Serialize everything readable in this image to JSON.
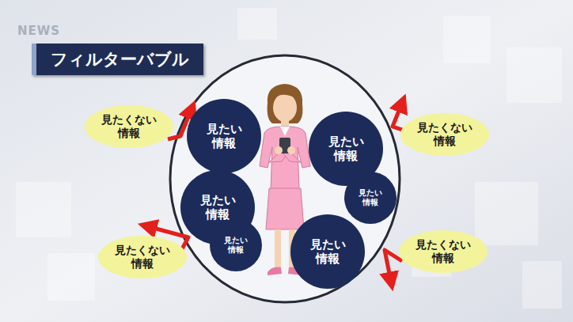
{
  "diagram": {
    "title": "フィルターバブル",
    "nodes": [
      {
        "text": [
          "見たくない 情報"
        ]
      },
      {
        "text": [
          "見たい 情報"
        ]
      },
      {
        "text": [
          "見たい 情報"
        ]
      },
      {
        "text": [
          "見たくない 情報"
        ]
      },
      {
        "text": [
          "見たい 情報"
        ]
      },
      {
        "text": [
          "見たい 情報"
        ]
      },
      {
        "text": [
          "見たい 情報"
        ]
      },
      {
        "text": [
          "見たい 情報"
        ]
      },
      {
        "text": [
          "見たくない 情報"
        ]
      },
      {
        "text": [
          "見たくない 情報"
        ]
      }
    ],
    "labels": [
      "NEWS"
    ]
  }
}
